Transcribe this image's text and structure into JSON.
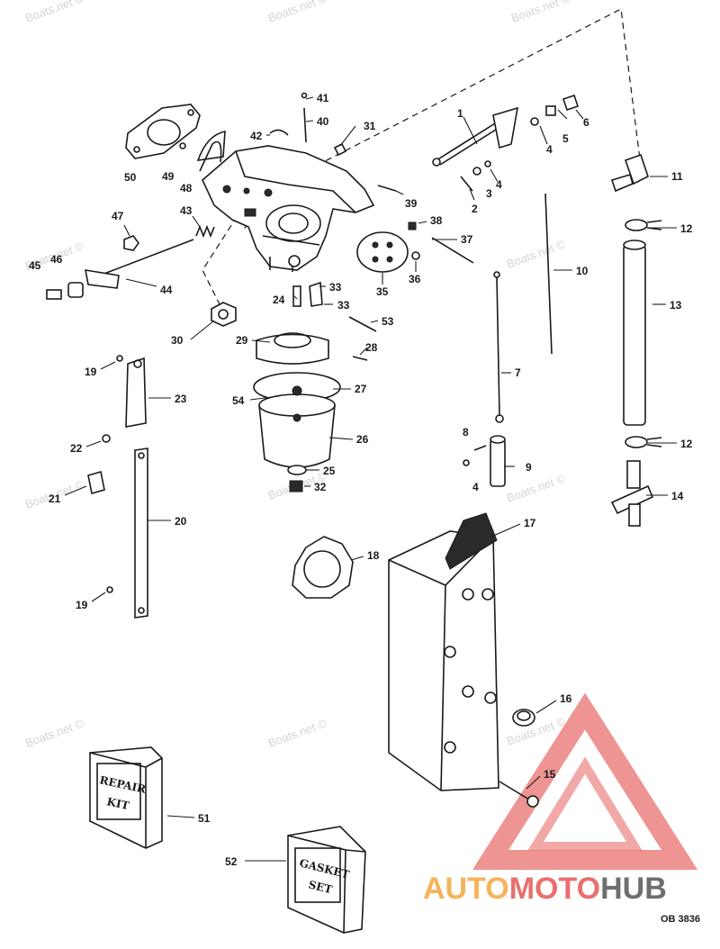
{
  "watermark_text": "Boats.net ©",
  "drawing_code": "OB 3836",
  "logo": {
    "part1": "AUTO",
    "part2": "MOTO",
    "part3": "HUB"
  },
  "box_labels": {
    "repair_kit": [
      "REPAIR",
      "KIT"
    ],
    "gasket_set": [
      "GASKET",
      "SET"
    ]
  },
  "callouts": {
    "n1": "1",
    "n2": "2",
    "n3": "3",
    "n4a": "4",
    "n4b": "4",
    "n4c": "4",
    "n5": "5",
    "n6": "6",
    "n7": "7",
    "n8": "8",
    "n9": "9",
    "n10": "10",
    "n11": "11",
    "n12a": "12",
    "n12b": "12",
    "n13": "13",
    "n14": "14",
    "n15": "15",
    "n16": "16",
    "n17": "17",
    "n18": "18",
    "n19a": "19",
    "n19b": "19",
    "n20": "20",
    "n21": "21",
    "n22": "22",
    "n23": "23",
    "n24": "24",
    "n25": "25",
    "n26": "26",
    "n27": "27",
    "n28": "28",
    "n29": "29",
    "n30": "30",
    "n31": "31",
    "n32": "32",
    "n33a": "33",
    "n33b": "33",
    "n35": "35",
    "n36": "36",
    "n37": "37",
    "n38": "38",
    "n39": "39",
    "n40": "40",
    "n41": "41",
    "n42": "42",
    "n43": "43",
    "n44": "44",
    "n45": "45",
    "n46": "46",
    "n47": "47",
    "n48": "48",
    "n49": "49",
    "n50": "50",
    "n51": "51",
    "n52": "52",
    "n53": "53",
    "n54": "54"
  },
  "colors": {
    "ink": "#1a1a1a",
    "watermark": "#d4d4d4",
    "logo_red": "#e8706e",
    "logo_orange": "#f5b35b",
    "logo_gray": "#6e6e6e"
  }
}
